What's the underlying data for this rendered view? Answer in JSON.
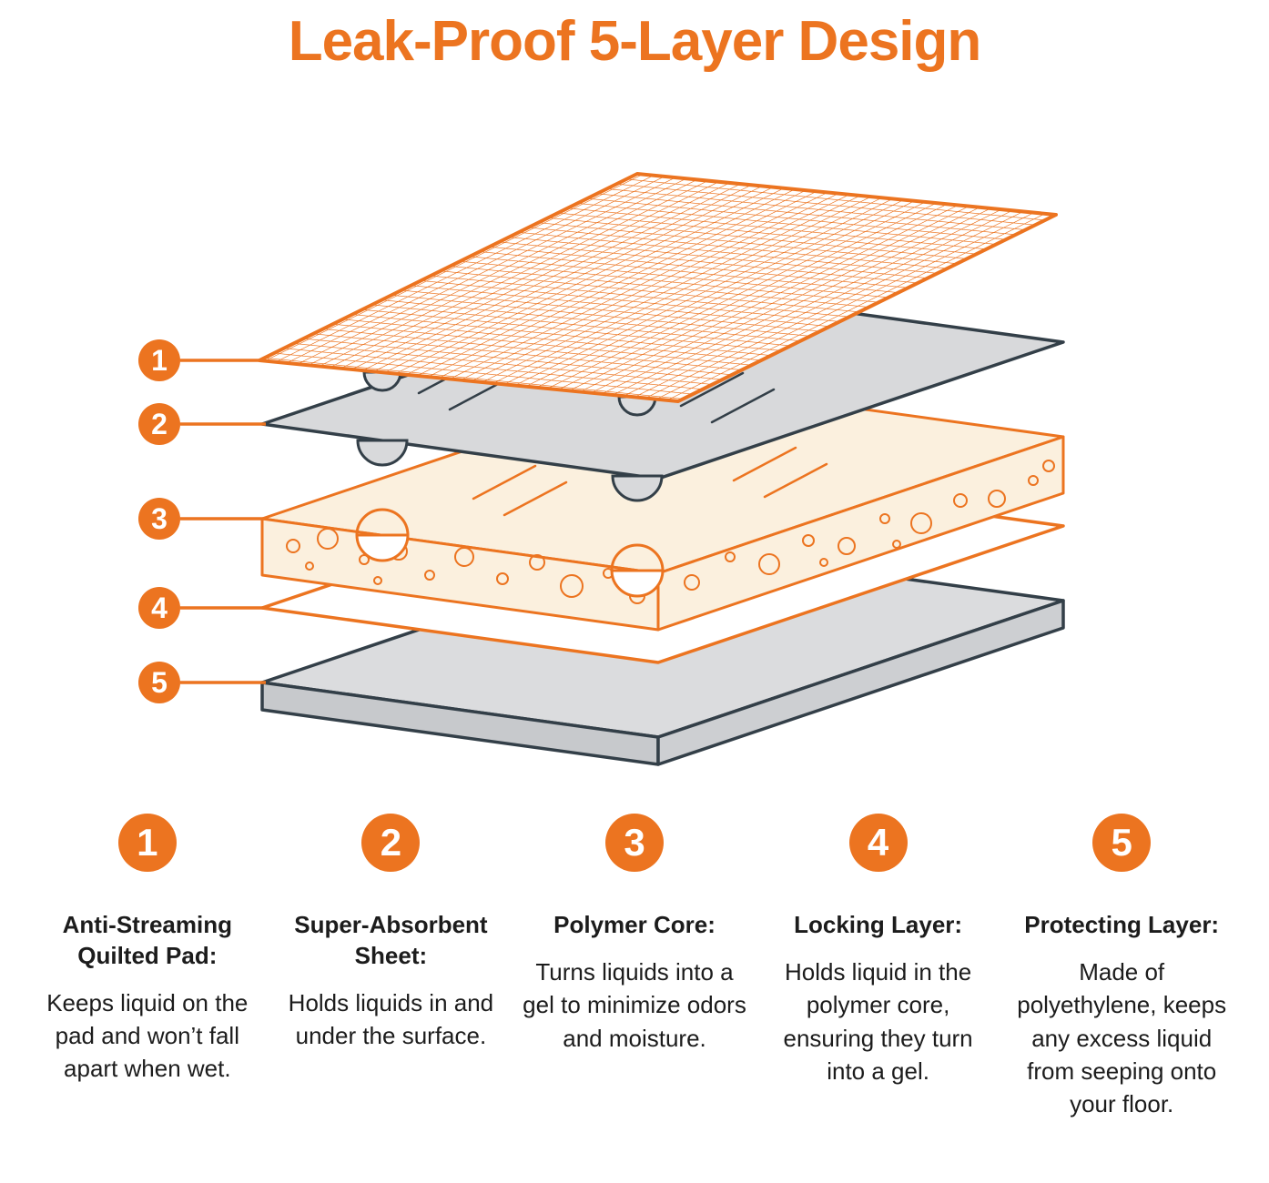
{
  "title": "Leak-Proof 5-Layer Design",
  "colors": {
    "accent_orange": "#EC7420",
    "outline_navy": "#333F48",
    "layer_gray": "#D8D9DB",
    "core_cream": "#FBF0DE",
    "text_dark": "#1C1C1C"
  },
  "diagram": {
    "callouts": [
      "1",
      "2",
      "3",
      "4",
      "5"
    ]
  },
  "features": [
    {
      "number": "1",
      "heading": "Anti-Streaming Quilted Pad:",
      "description": "Keeps liquid on the pad and won’t fall apart when wet."
    },
    {
      "number": "2",
      "heading": "Super-Absorbent Sheet:",
      "description": "Holds liquids in and under the surface."
    },
    {
      "number": "3",
      "heading": "Polymer Core:",
      "description": "Turns liquids into a gel to minimize odors and moisture."
    },
    {
      "number": "4",
      "heading": "Locking Layer:",
      "description": "Holds liquid in the polymer core, ensuring they turn into a gel."
    },
    {
      "number": "5",
      "heading": "Protecting Layer:",
      "description": "Made of polyethylene, keeps any excess liquid from seeping onto your floor."
    }
  ]
}
